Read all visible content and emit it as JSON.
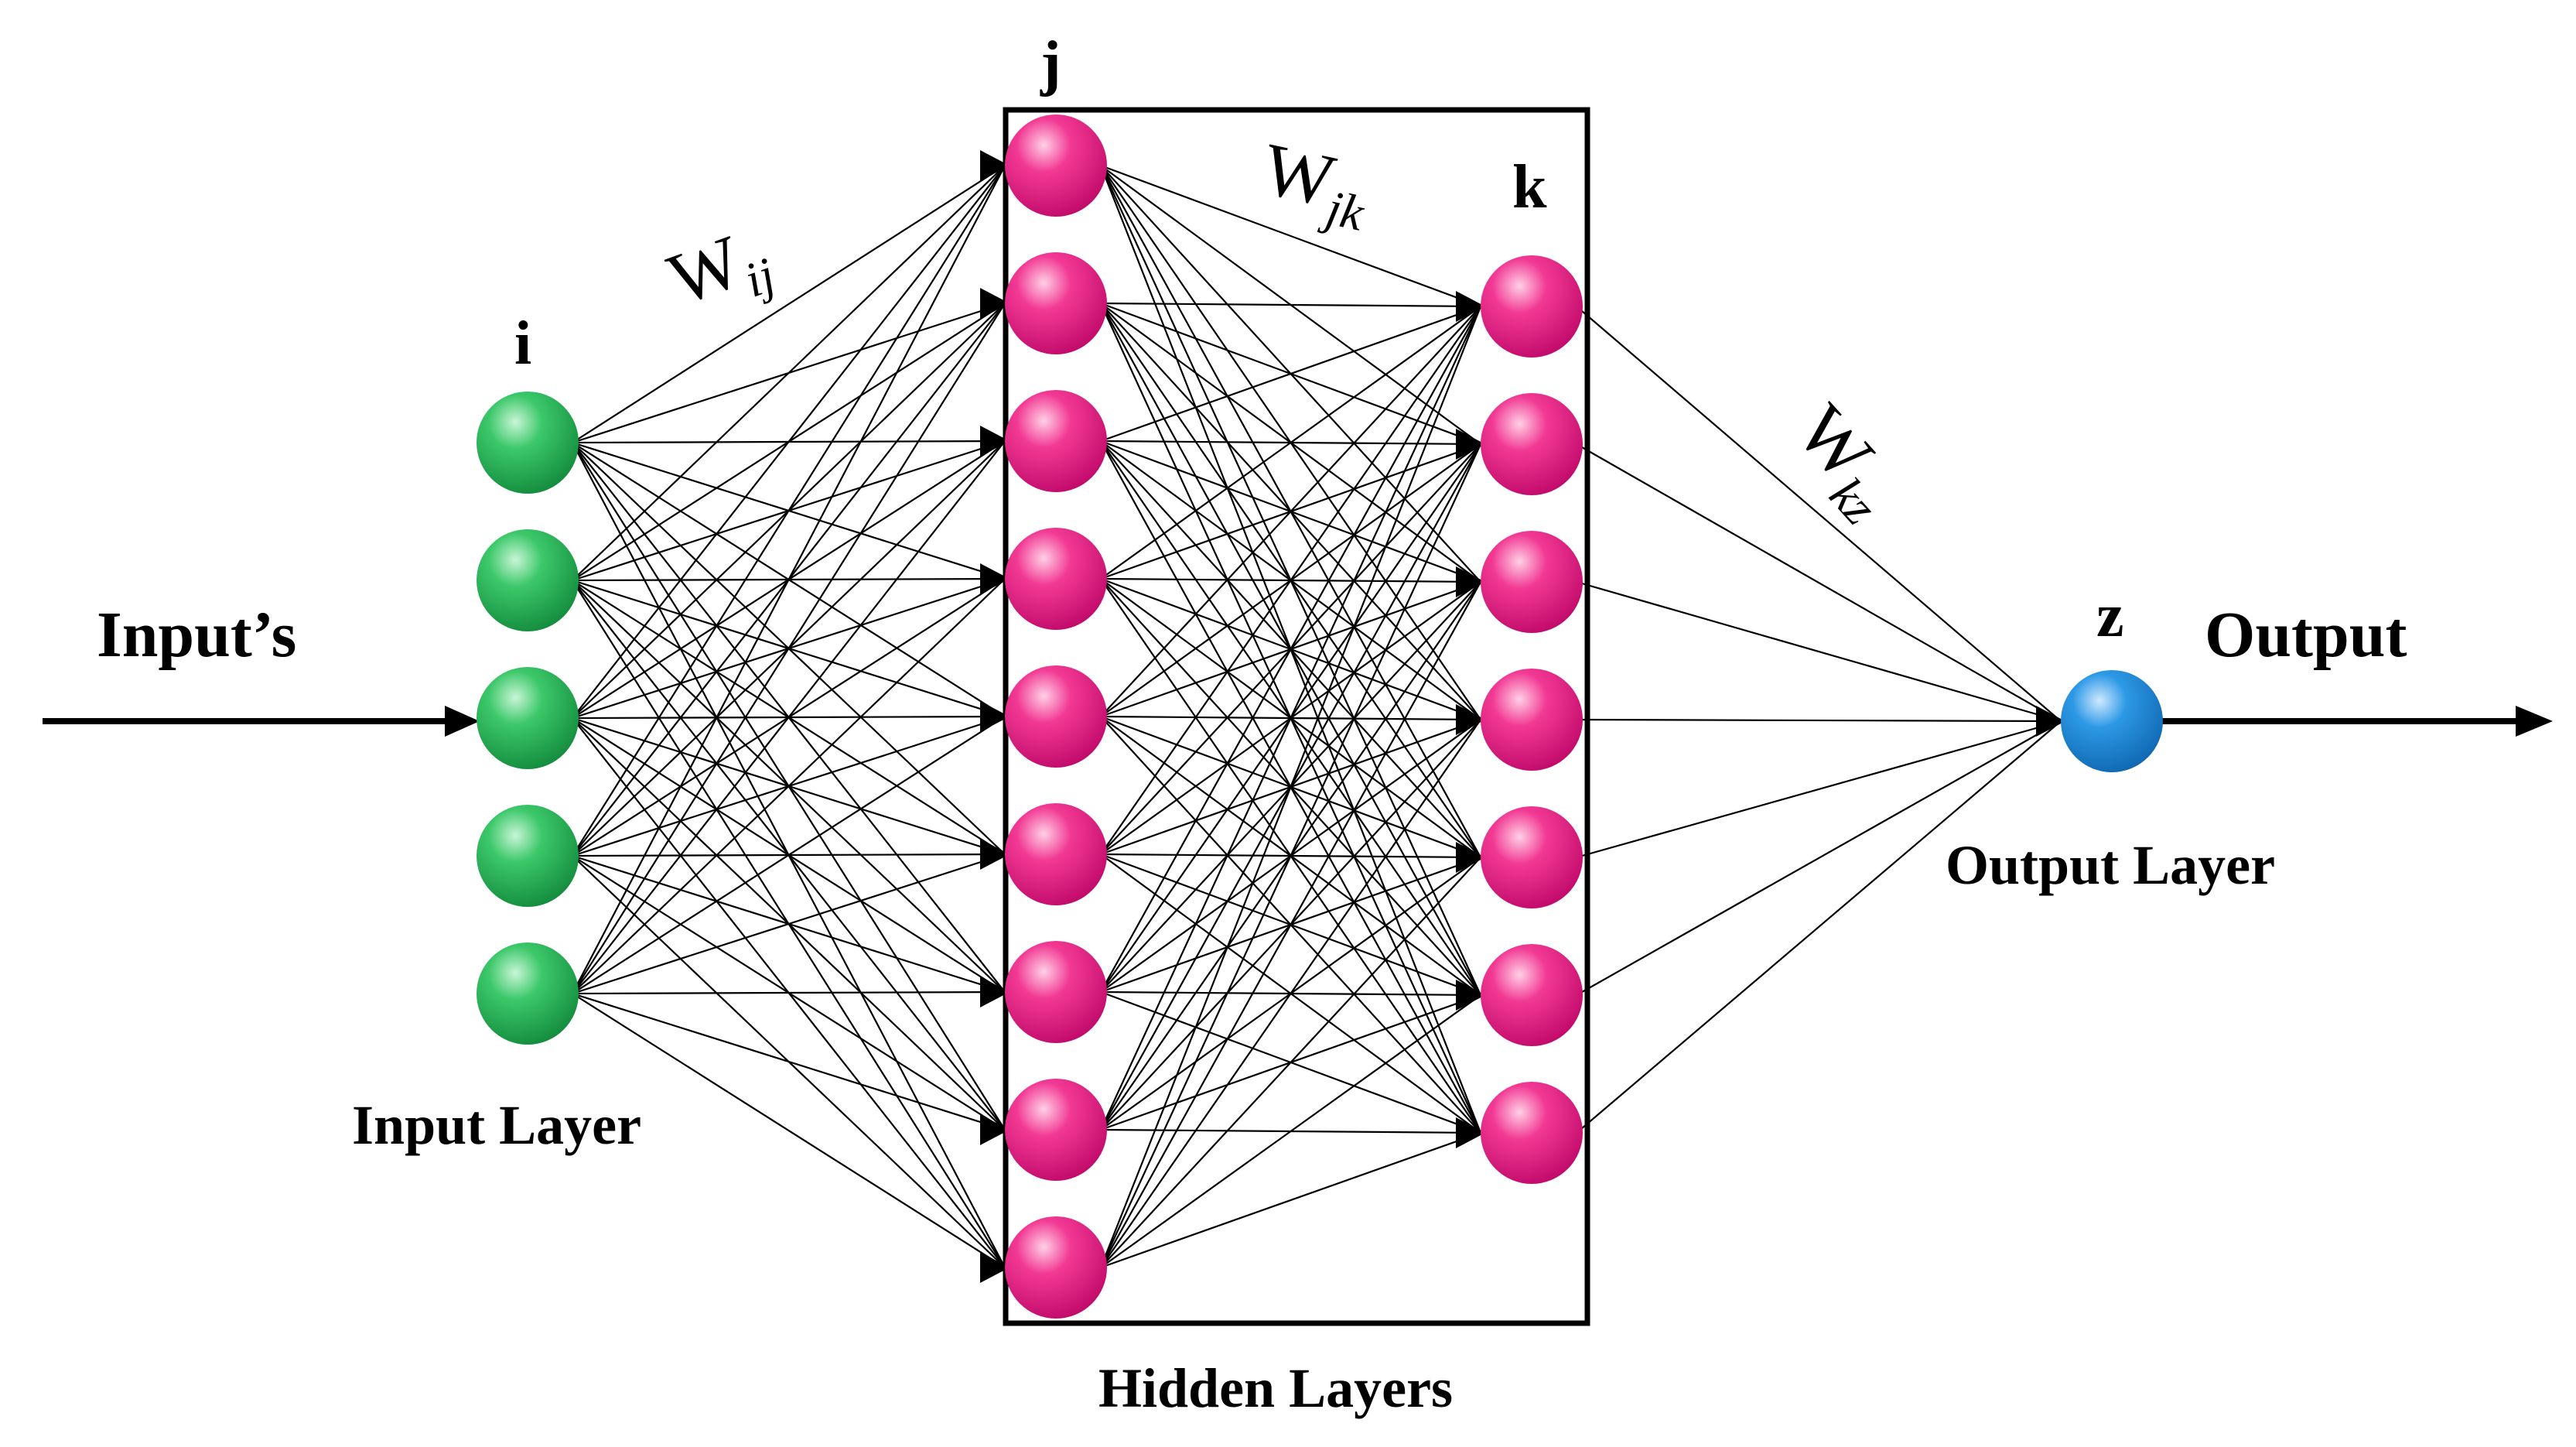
{
  "labels": {
    "inputs": "Input’s",
    "output": "Output",
    "input_layer": "Input Layer",
    "hidden_layers": "Hidden Layers",
    "output_layer": "Output Layer",
    "node_i": "i",
    "node_j": "j",
    "node_k": "k",
    "node_z": "z"
  },
  "weights": {
    "w_ij": {
      "main": "W",
      "sub": "ij"
    },
    "w_jk": {
      "main": "W",
      "sub": "jk"
    },
    "w_kz": {
      "main": "W",
      "sub": "kz"
    }
  },
  "layers": [
    {
      "name": "input",
      "nodes": 5,
      "color": "#1fa84f"
    },
    {
      "name": "hidden-j",
      "nodes": 9,
      "color": "#e8117f"
    },
    {
      "name": "hidden-k",
      "nodes": 7,
      "color": "#e8117f"
    },
    {
      "name": "output",
      "nodes": 1,
      "color": "#1780d0"
    }
  ],
  "colors": {
    "input_node": "#1fa84f",
    "hidden_node": "#e8117f",
    "output_node": "#1780d0",
    "lines": "#000000"
  }
}
